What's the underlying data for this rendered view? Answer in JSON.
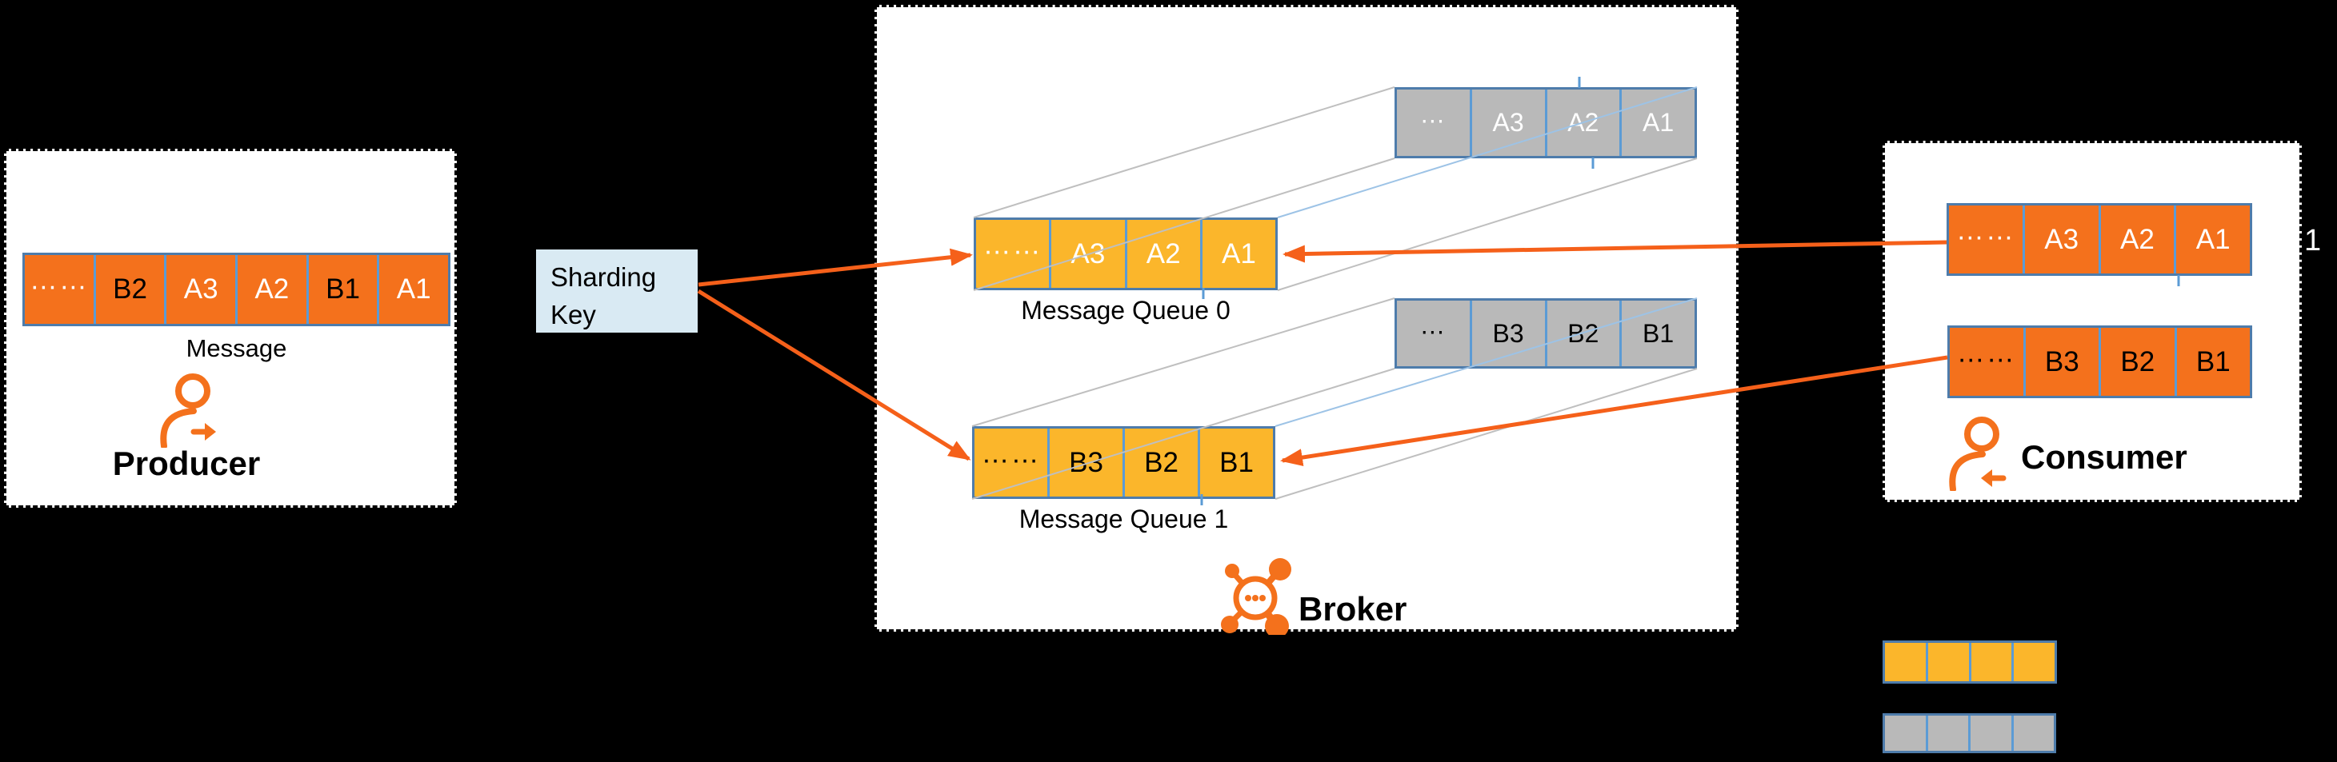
{
  "producer": {
    "title": "Producer",
    "caption": "Message",
    "queue": {
      "cells": [
        {
          "t": "……",
          "c": "#FFFFFF"
        },
        {
          "t": "B2",
          "c": "#000000"
        },
        {
          "t": "A3",
          "c": "#FFFFFF"
        },
        {
          "t": "A2",
          "c": "#FFFFFF"
        },
        {
          "t": "B1",
          "c": "#000000"
        },
        {
          "t": "A1",
          "c": "#FFFFFF"
        }
      ]
    }
  },
  "sharding": {
    "label": "Sharding Key"
  },
  "broker": {
    "title": "Broker",
    "queue0": {
      "label": "Message Queue 0",
      "cells": [
        {
          "t": "……",
          "c": "#FFFFFF"
        },
        {
          "t": "A3",
          "c": "#FFFFFF"
        },
        {
          "t": "A2",
          "c": "#FFFFFF"
        },
        {
          "t": "A1",
          "c": "#FFFFFF"
        }
      ]
    },
    "queue1": {
      "label": "Message Queue 1",
      "cells": [
        {
          "t": "……",
          "c": "#000000"
        },
        {
          "t": "B3",
          "c": "#000000"
        },
        {
          "t": "B2",
          "c": "#000000"
        },
        {
          "t": "B1",
          "c": "#000000"
        }
      ]
    },
    "replica_a": {
      "cells": [
        {
          "t": "…",
          "c": "#FFFFFF"
        },
        {
          "t": "A3",
          "c": "#FFFFFF"
        },
        {
          "t": "A2",
          "c": "#FFFFFF"
        },
        {
          "t": "A1",
          "c": "#FFFFFF"
        }
      ]
    },
    "replica_b": {
      "cells": [
        {
          "t": "…",
          "c": "#000000"
        },
        {
          "t": "B3",
          "c": "#000000"
        },
        {
          "t": "B2",
          "c": "#000000"
        },
        {
          "t": "B1",
          "c": "#000000"
        }
      ]
    }
  },
  "consumer": {
    "title": "Consumer",
    "side_label": "1",
    "queue_a": {
      "cells": [
        {
          "t": "……",
          "c": "#FFFFFF"
        },
        {
          "t": "A3",
          "c": "#FFFFFF"
        },
        {
          "t": "A2",
          "c": "#FFFFFF"
        },
        {
          "t": "A1",
          "c": "#FFFFFF"
        }
      ]
    },
    "queue_b": {
      "cells": [
        {
          "t": "……",
          "c": "#000000"
        },
        {
          "t": "B3",
          "c": "#000000"
        },
        {
          "t": "B2",
          "c": "#000000"
        },
        {
          "t": "B1",
          "c": "#000000"
        }
      ]
    }
  },
  "legend": {
    "rows": [
      {
        "fill": "amber",
        "cells": [
          {
            "t": "",
            "c": ""
          },
          {
            "t": "",
            "c": ""
          },
          {
            "t": "",
            "c": ""
          },
          {
            "t": "",
            "c": ""
          }
        ]
      },
      {
        "fill": "gray",
        "cells": [
          {
            "t": "",
            "c": ""
          },
          {
            "t": "",
            "c": ""
          },
          {
            "t": "",
            "c": ""
          },
          {
            "t": "",
            "c": ""
          }
        ]
      }
    ]
  },
  "colors": {
    "orange": "#F4711C",
    "amber": "#FBB62B",
    "gray": "#B9B9B9",
    "queue_border": "#4E7CAB",
    "cell_divider": "#5B9BD5",
    "arrow": "#F5601A",
    "projection_gray": "#BFBFBF",
    "projection_blue": "#9DC3E6",
    "sharding_bg": "#D9EAF3",
    "icon_orange": "#F4711C",
    "background": "#000000",
    "panel_white": "#FFFFFF"
  }
}
